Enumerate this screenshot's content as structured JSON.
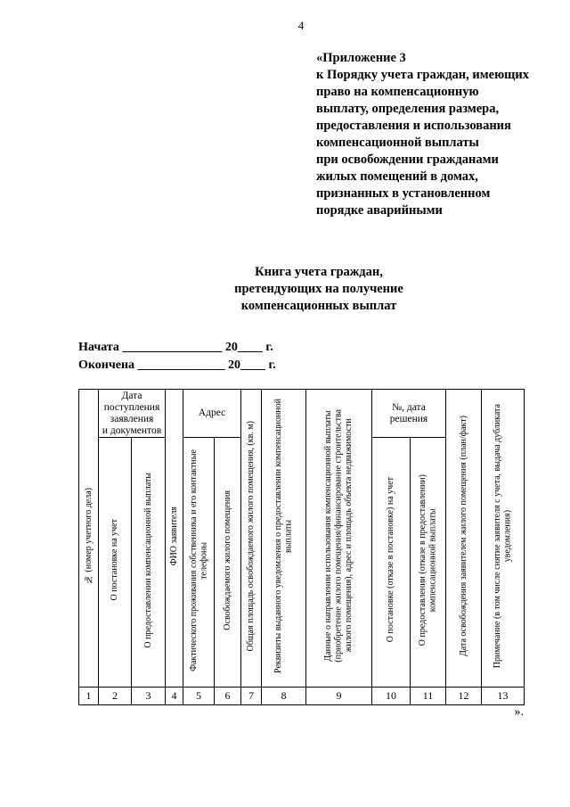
{
  "page": {
    "number": "4",
    "closing_quote": "»."
  },
  "appendix": {
    "text": "«Приложение 3\nк Порядку учета граждан, имеющих\nправо на компенсационную\nвыплату, определения размера,\nпредоставления и использования\nкомпенсационной выплаты\nпри освобождении гражданами\nжилых помещений в домах,\nпризнанных в установленном\nпорядке аварийными"
  },
  "title": {
    "text": "Книга учета граждан,\nпретендующих на получение\nкомпенсационных выплат"
  },
  "register_dates": {
    "started": "Начата ________________ 20____ г.",
    "finished": "Окончена ______________ 20____ г."
  },
  "table": {
    "group_headers": [
      "Дата\nпоступления\nзаявления\nи документов",
      "Адрес",
      "№, дата\nрешения"
    ],
    "columns": [
      {
        "num": "1",
        "header": "№ (номер учетного дела)"
      },
      {
        "num": "2",
        "header": "О постановке на учет"
      },
      {
        "num": "3",
        "header": "О предоставлении компенсационной выплаты"
      },
      {
        "num": "4",
        "header": "ФИО заявителя"
      },
      {
        "num": "5",
        "header": "Фактического проживания собственника и его контактные\nтелефоны"
      },
      {
        "num": "6",
        "header": "Освобождаемого жилого помещения"
      },
      {
        "num": "7",
        "header": "Общая площадь освобождаемого жилого помещения, (кв. м)"
      },
      {
        "num": "8",
        "header": "Реквизиты выданного уведомления о предоставлении компенсационной\nвыплаты"
      },
      {
        "num": "9",
        "header": "Данные о направлении использования компенсационной выплаты\n(приобретение жилого помещения/финансирование строительства\nжилого помещения), адрес и площадь объекта недвижимости"
      },
      {
        "num": "10",
        "header": "О постановке (отказе в постановке) на учет"
      },
      {
        "num": "11",
        "header": "О предоставлении (отказе в предоставлении)\nкомпенсационной выплаты"
      },
      {
        "num": "12",
        "header": "Дата освобождения заявителем жилого помещения (план/факт)"
      },
      {
        "num": "13",
        "header": "Примечание (в том числе снятие заявителя с учета, выдача дубликата\nуведомления)"
      }
    ]
  }
}
